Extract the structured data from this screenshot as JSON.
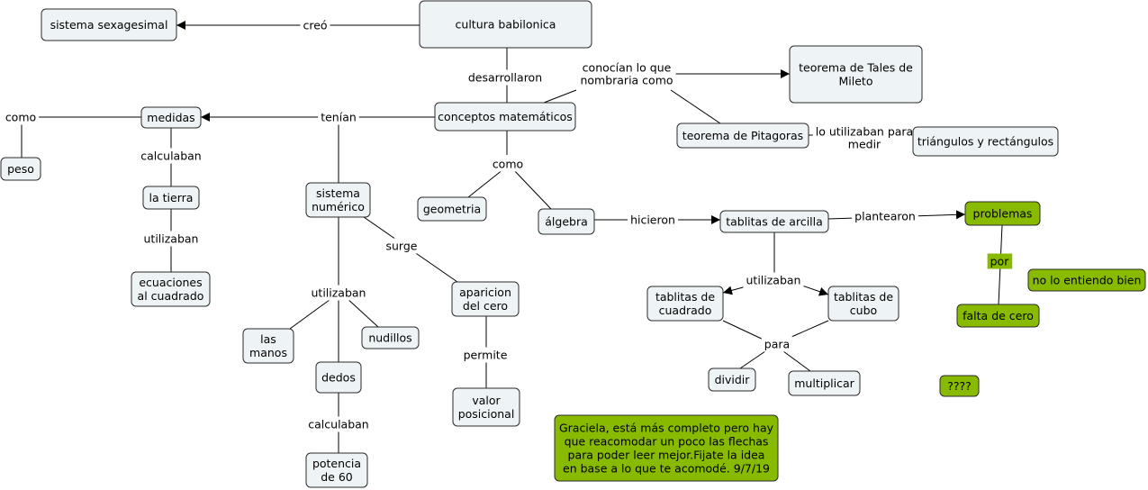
{
  "concepts": {
    "cultura": "cultura babilonica",
    "sexagesimal": "sistema sexagesimal",
    "tales": [
      "teorema de Tales de",
      "Mileto"
    ],
    "conceptos": "conceptos matemáticos",
    "pitagoras": "teorema de Pitagoras",
    "triangulos": "triángulos y rectángulos",
    "medidas": "medidas",
    "peso": "peso",
    "tierra": "la tierra",
    "ecuaciones": [
      "ecuaciones",
      "al cuadrado"
    ],
    "sistema": [
      "sistema",
      "numérico"
    ],
    "geometria": "geometria",
    "algebra": "álgebra",
    "tablitas": "tablitas de arcilla",
    "problemas": "problemas",
    "noentiendo": "no lo entiendo bien",
    "manos": [
      "las",
      "manos"
    ],
    "nudillos": "nudillos",
    "aparicion": [
      "aparicion",
      "del cero"
    ],
    "cuadrado": [
      "tablitas de",
      "cuadrado"
    ],
    "cubo": [
      "tablitas de",
      "cubo"
    ],
    "faltacero": "falta de cero",
    "dedos": "dedos",
    "valor": [
      "valor",
      "posicional"
    ],
    "dividir": "dividir",
    "multiplicar": "multiplicar",
    "interrogacion": "????",
    "potencia": [
      "potencia",
      "de 60"
    ],
    "comentario": [
      "Graciela, está más completo pero hay",
      "que reacomodar un poco las flechas",
      "para poder leer mejor.Fijate la idea",
      "en base a lo que te acomodé. 9/7/19"
    ]
  },
  "links": {
    "creo": "creó",
    "desarrollaron": "desarrollaron",
    "conocian": [
      "conocían lo que",
      "nombraria como"
    ],
    "tenian": "tenían",
    "como1": "como",
    "calculaban1": "calculaban",
    "utilizaban1": "utilizaban",
    "como2": "como",
    "lo_utilizaban": [
      "lo utilizaban para",
      "medir"
    ],
    "hicieron": "hicieron",
    "plantearon": "plantearon",
    "surge": "surge",
    "utilizaban2": "utilizaban",
    "utilizaban3": "utilizaban",
    "por": "por",
    "permite": "permite",
    "para": "para",
    "calculaban2": "calculaban"
  },
  "colors": {
    "node_fill": "#eef3f6",
    "highlight_fill": "#88bb00",
    "line": "#000000"
  }
}
